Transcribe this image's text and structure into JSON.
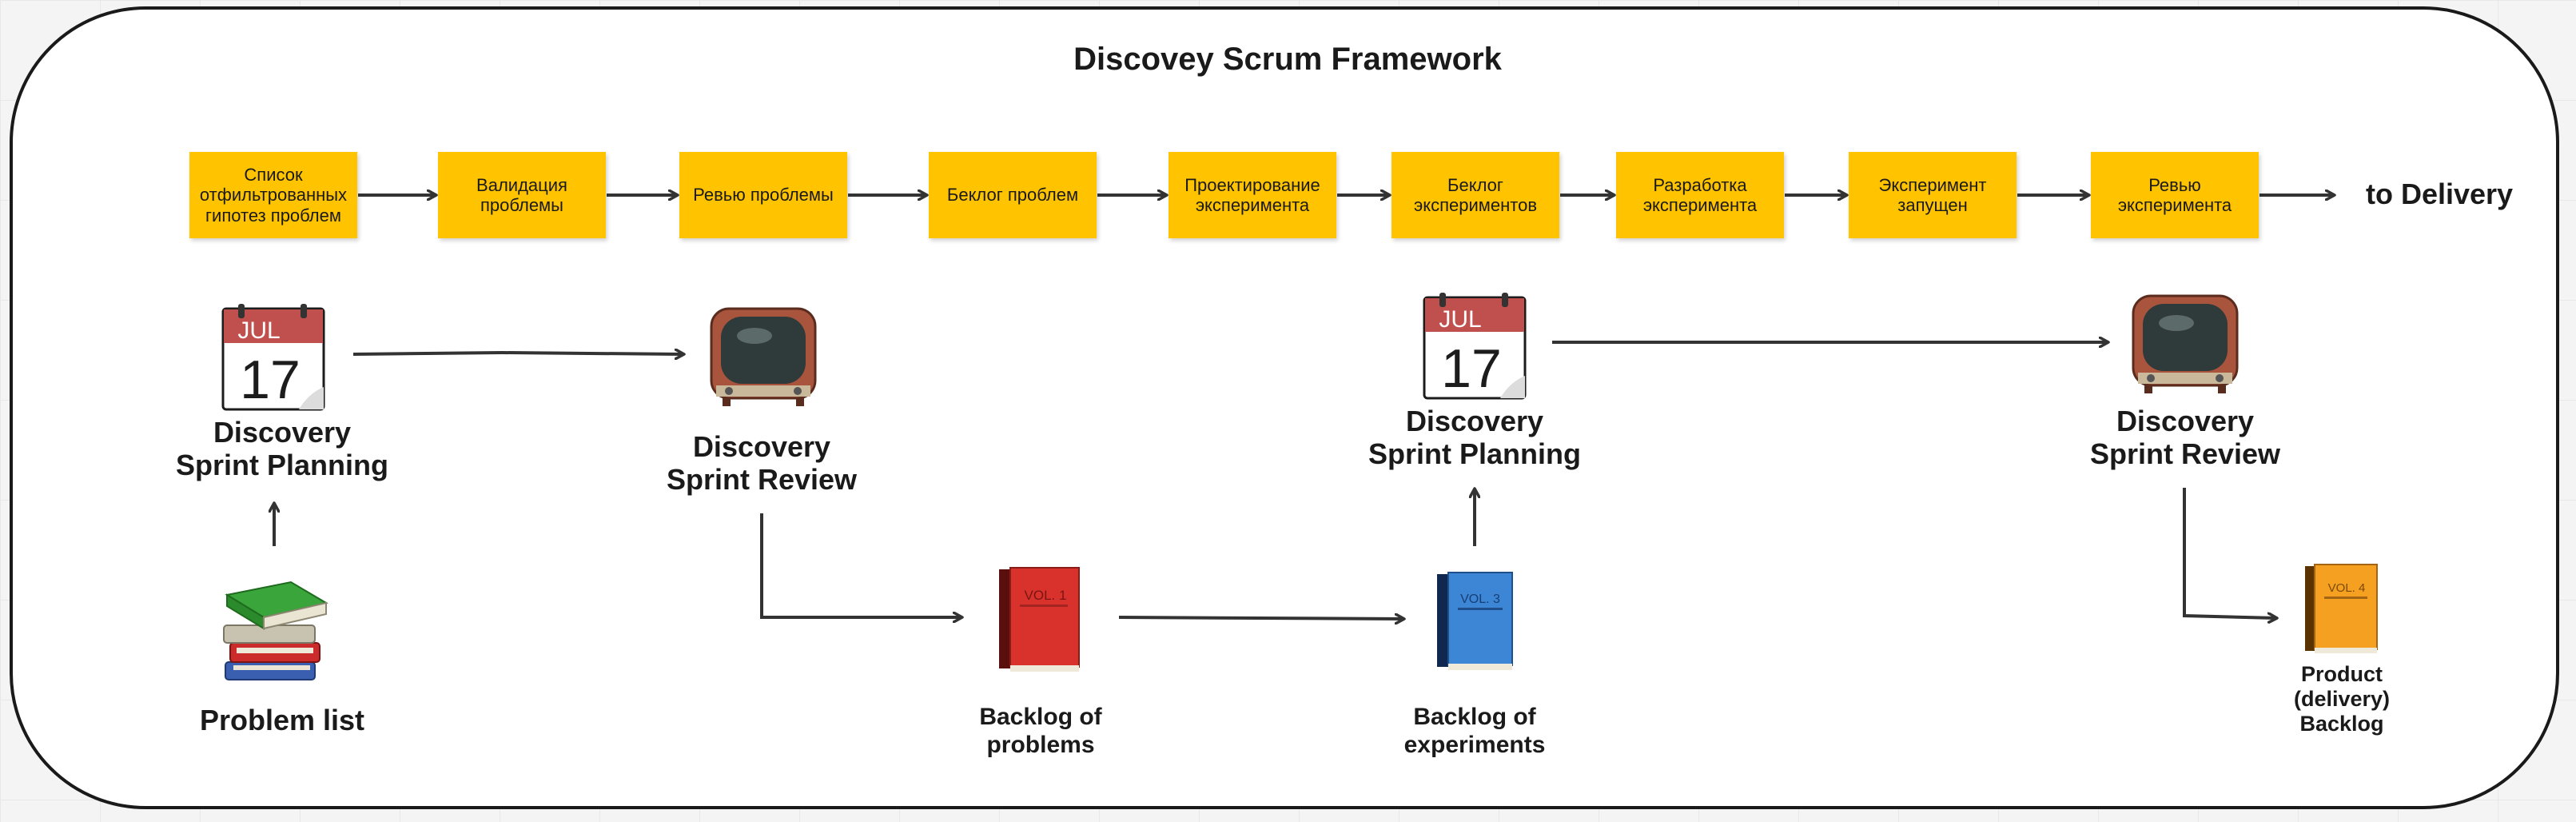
{
  "diagram": {
    "title": "Discovey Scrum Framework",
    "pipeline_steps": [
      "Список отфильтрованных гипотез проблем",
      "Валидация проблемы",
      "Ревью проблемы",
      "Беклог проблем",
      "Проектирование эксперимента",
      "Беклог экспериментов",
      "Разработка эксперимента",
      "Эксперимент запущен",
      "Ревью эксперимента"
    ],
    "to_delivery": "to Delivery",
    "nodes": {
      "planning1": "Discovery\nSprint Planning",
      "review1": "Discovery\nSprint Review",
      "planning2": "Discovery\nSprint Planning",
      "review2": "Discovery\nSprint Review",
      "problem_list": "Problem list",
      "backlog_problems": "Backlog of\nproblems",
      "backlog_experiments": "Backlog of\nexperiments",
      "product_backlog": "Product\n(delivery)\nBacklog"
    },
    "icons": {
      "calendar_month": "JUL",
      "calendar_day": "17",
      "book1": "VOL. 1",
      "book3": "VOL. 3",
      "book4": "VOL. 4"
    },
    "colors": {
      "sticky": "#ffc300",
      "line": "#333333"
    }
  }
}
